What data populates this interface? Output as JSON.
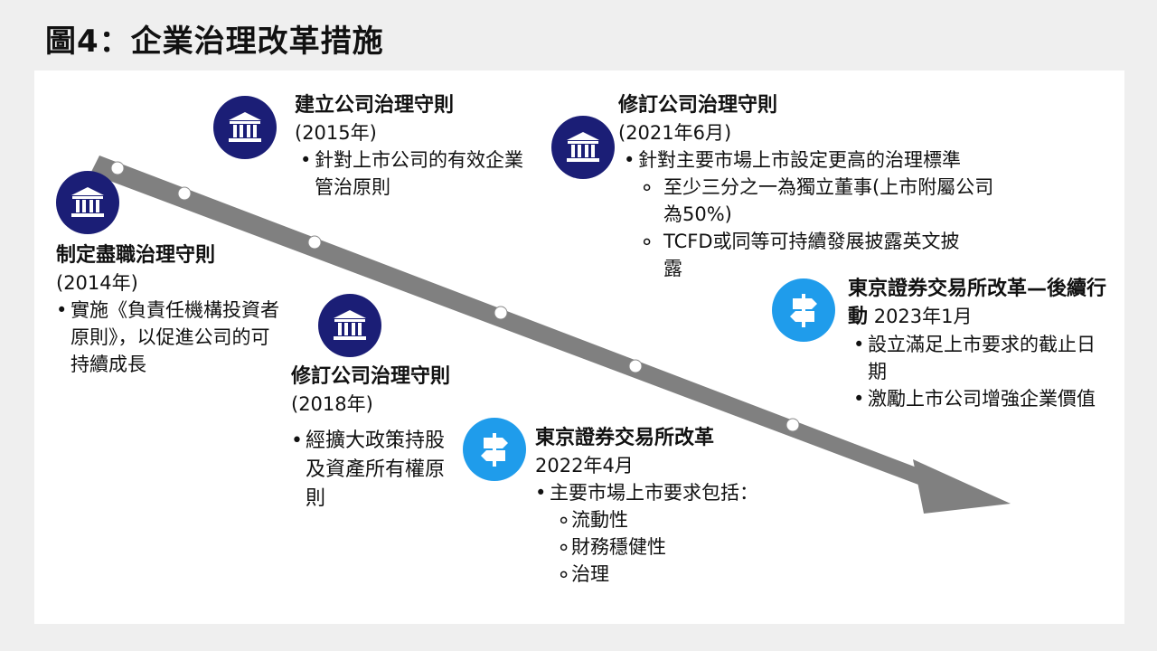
{
  "title": "圖4：企業治理改革措施",
  "events": [
    {
      "heading": "制定盡職治理守則",
      "date": "(2014年)",
      "bullets": [
        "實施《負責任機構投資者原則》，以促進公司的可持續成長"
      ]
    },
    {
      "heading": "建立公司治理守則",
      "date": "(2015年)",
      "bullets": [
        "針對上市公司的有效企業管治原則"
      ]
    },
    {
      "heading": "修訂公司治理守則",
      "date": "(2018年)",
      "bullets": [
        "經擴大政策持股及資產所有權原則"
      ]
    },
    {
      "heading": "修訂公司治理守則",
      "date": "(2021年6月)",
      "bullets": [
        "針對主要市場上市設定更高的治理標準"
      ],
      "sub_bullets": [
        "至少三分之一為獨立董事(上市附屬公司為50%)",
        "TCFD或同等可持續發展披露英文披露"
      ]
    },
    {
      "heading": "東京證券交易所改革",
      "date": "2022年4月",
      "bullets": [
        "主要市場上市要求包括："
      ],
      "sub_bullets": [
        "流動性",
        "財務穩健性",
        "治理"
      ]
    },
    {
      "heading": "東京證券交易所改革—後續行動",
      "date": "2023年1月",
      "bullets": [
        "設立滿足上市要求的截止日期",
        "激勵上市公司增強企業價值"
      ]
    }
  ],
  "icons": {
    "institution": "bank-building-icon",
    "milestone": "signpost-icon"
  },
  "colors": {
    "institution_icon": "#1b1e76",
    "milestone_icon": "#1f9ceb",
    "arrow": "#808080",
    "background": "#efefef",
    "panel": "#ffffff"
  }
}
